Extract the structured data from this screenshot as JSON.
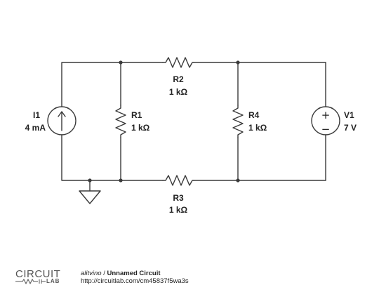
{
  "components": {
    "I1": {
      "name": "I1",
      "value": "4 mA",
      "sign": ""
    },
    "R1": {
      "name": "R1",
      "value": "1 kΩ"
    },
    "R2": {
      "name": "R2",
      "value": "1 kΩ"
    },
    "R3": {
      "name": "R3",
      "value": "1 kΩ"
    },
    "R4": {
      "name": "R4",
      "value": "1 kΩ"
    },
    "V1": {
      "name": "V1",
      "value": "7 V",
      "plus": "+",
      "minus": "−"
    }
  },
  "footer": {
    "logo_top": "CIRCUIT",
    "logo_bottom": "LAB",
    "author": "alitvino",
    "separator": " / ",
    "title": "Unnamed Circuit",
    "url": "http://circuitlab.com/cm45837f5wa3s"
  }
}
